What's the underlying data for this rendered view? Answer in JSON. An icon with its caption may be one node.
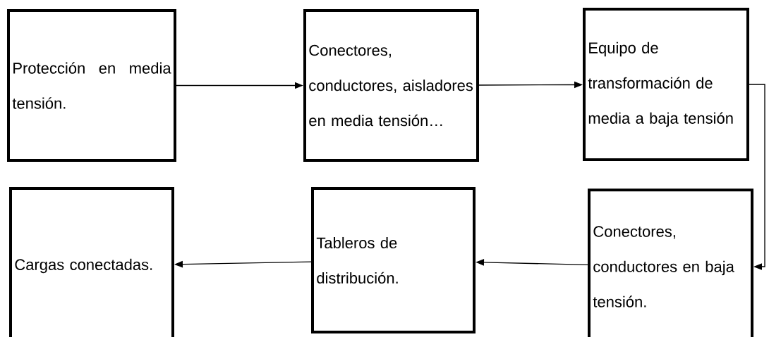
{
  "diagram": {
    "nodes": [
      {
        "text": [
          "Protección en media tensión."
        ]
      },
      {
        "text": [
          "Conectores, conductores, aisladores en media tensión…"
        ]
      },
      {
        "text": [
          "Equipo de transformación de media a baja tensión"
        ]
      },
      {
        "text": [
          "Cargas conectadas."
        ]
      },
      {
        "text": [
          "Tableros de distribución."
        ]
      },
      {
        "text": [
          "Conectores, conductores en baja tensión."
        ]
      }
    ],
    "edges": [
      {
        "from": 0,
        "to": 1,
        "arrow": "to"
      },
      {
        "from": 1,
        "to": 2,
        "arrow": "to"
      },
      {
        "from": 2,
        "to": 5,
        "arrow": "to"
      },
      {
        "from": 5,
        "to": 4,
        "arrow": "to"
      },
      {
        "from": 4,
        "to": 3,
        "arrow": "to"
      }
    ]
  }
}
